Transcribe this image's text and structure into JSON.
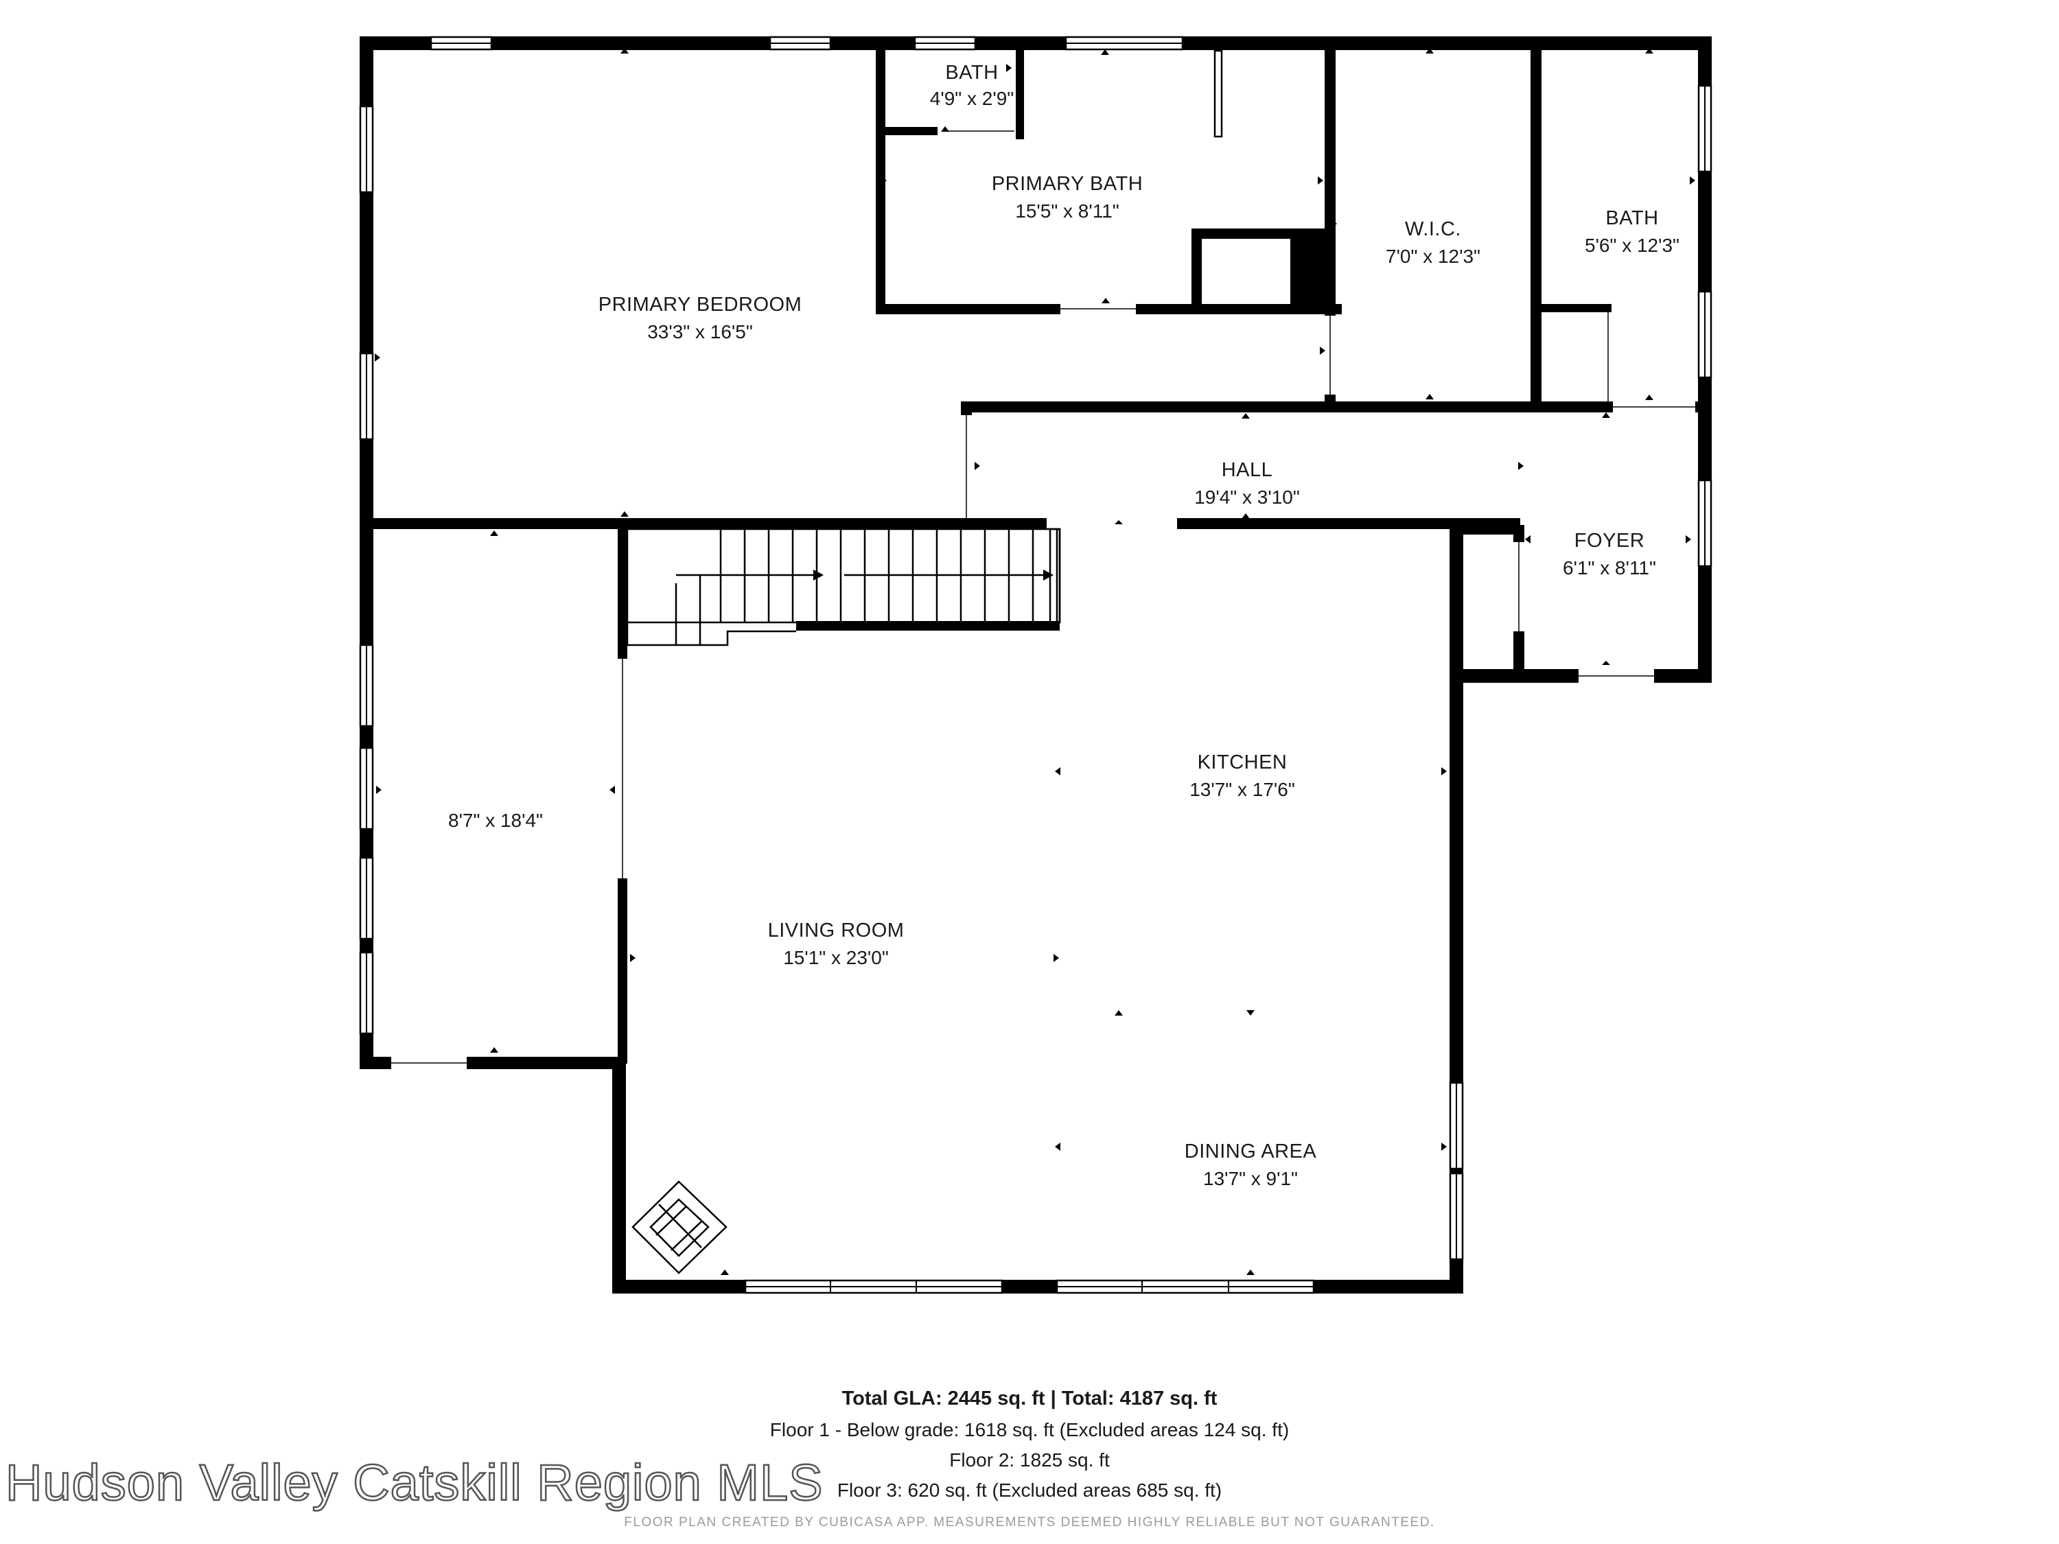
{
  "rooms": [
    {
      "id": "primary-bedroom",
      "name": "PRIMARY BEDROOM",
      "dims": "33'3\" x 16'5\""
    },
    {
      "id": "bath-small",
      "name": "BATH",
      "dims": "4'9\" x 2'9\""
    },
    {
      "id": "primary-bath",
      "name": "PRIMARY BATH",
      "dims": "15'5\" x 8'11\""
    },
    {
      "id": "wic",
      "name": "W.I.C.",
      "dims": "7'0\" x 12'3\""
    },
    {
      "id": "bath-right",
      "name": "BATH",
      "dims": "5'6\" x 12'3\""
    },
    {
      "id": "hall",
      "name": "HALL",
      "dims": "19'4\" x 3'10\""
    },
    {
      "id": "foyer",
      "name": "FOYER",
      "dims": "6'1\" x 8'11\""
    },
    {
      "id": "unnamed-room",
      "name": "",
      "dims": "8'7\" x 18'4\""
    },
    {
      "id": "kitchen",
      "name": "KITCHEN",
      "dims": "13'7\" x 17'6\""
    },
    {
      "id": "living-room",
      "name": "LIVING ROOM",
      "dims": "15'1\" x 23'0\""
    },
    {
      "id": "dining-area",
      "name": "DINING AREA",
      "dims": "13'7\" x 9'1\""
    }
  ],
  "summary": {
    "total_line": "Total GLA: 2445 sq. ft | Total: 4187 sq. ft",
    "floor1": "Floor 1 - Below grade: 1618 sq. ft (Excluded areas 124 sq. ft)",
    "floor2": "Floor 2: 1825 sq. ft",
    "floor3": "Floor 3: 620 sq. ft (Excluded areas 685 sq. ft)"
  },
  "watermark": "Hudson Valley Catskill Region MLS",
  "disclaimer": "FLOOR PLAN CREATED BY CUBICASA APP. MEASUREMENTS DEEMED HIGHLY RELIABLE BUT NOT GUARANTEED.",
  "colors": {
    "wall": "#000000",
    "background": "#ffffff",
    "text": "#1a1a1a"
  }
}
